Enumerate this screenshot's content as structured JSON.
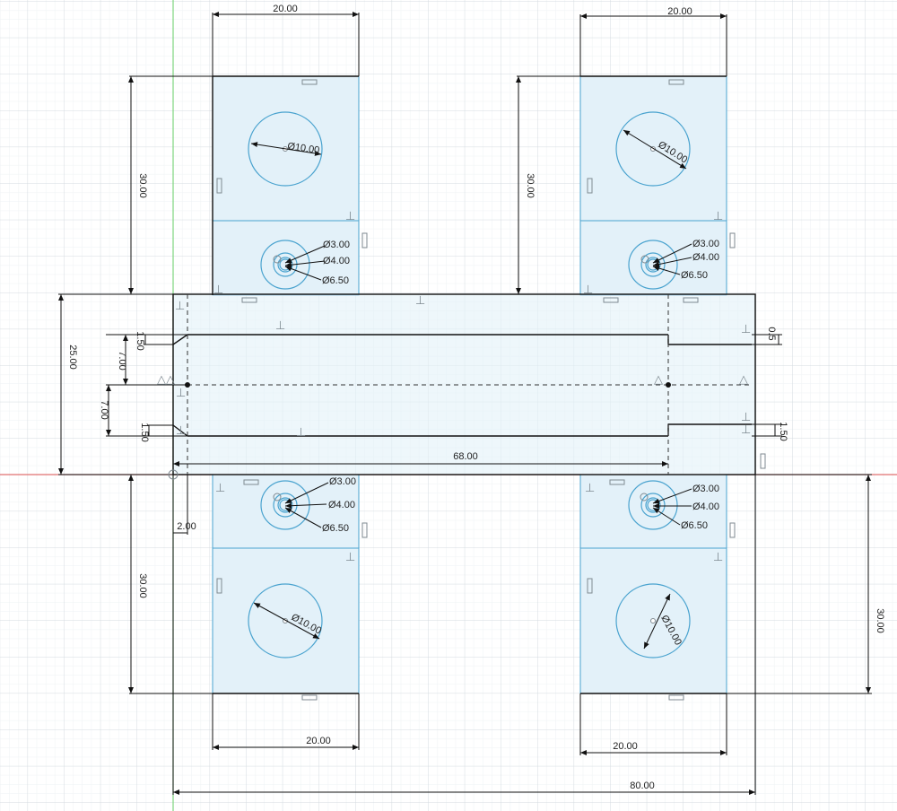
{
  "colors": {
    "grid_minor": "#eef2f4",
    "grid_major": "#d4dbe0",
    "panel_fill": "#e3f1f9",
    "sketch_blue": "#4aa3cf",
    "axis_green": "#7ed67e",
    "axis_red": "#e07070",
    "line": "#111111"
  },
  "icons": {
    "horizontal_constraint": "horizontal-constraint-icon",
    "vertical_constraint": "perpendicular-constraint-icon",
    "midpoint_constraint": "midpoint-triangle-icon",
    "fix_constraint": "fix-lock-icon"
  },
  "dimensions": {
    "top_left_width": "20.00",
    "top_right_width": "20.00",
    "top_left_height": "30.00",
    "top_right_height": "30.00",
    "bottom_left_height": "30.00",
    "bottom_right_height": "30.00",
    "bottom_left_width": "20.00",
    "bottom_right_width": "20.00",
    "overall_width": "80.00",
    "slot_length": "68.00",
    "offset_left": "2.00",
    "main_height": "25.00",
    "upper_half": "7.00",
    "lower_half": "7.00",
    "upper_wall": "1.50",
    "lower_wall": "1.50",
    "right_upper_wall": "0.5",
    "right_lower_wall": "1.50",
    "big_hole_tl": "Ø10.00",
    "big_hole_tr": "Ø10.00",
    "big_hole_bl": "Ø10.00",
    "big_hole_br": "Ø10.00",
    "tl_d3": "Ø3.00",
    "tl_d4": "Ø4.00",
    "tl_d65": "Ø6.50",
    "tr_d3": "Ø3.00",
    "tr_d4": "Ø4.00",
    "tr_d65": "Ø6.50",
    "bl_d3": "Ø3.00",
    "bl_d4": "Ø4.00",
    "bl_d65": "Ø6.50",
    "br_d3": "Ø3.00",
    "br_d4": "Ø4.00",
    "br_d65": "Ø6.50"
  }
}
